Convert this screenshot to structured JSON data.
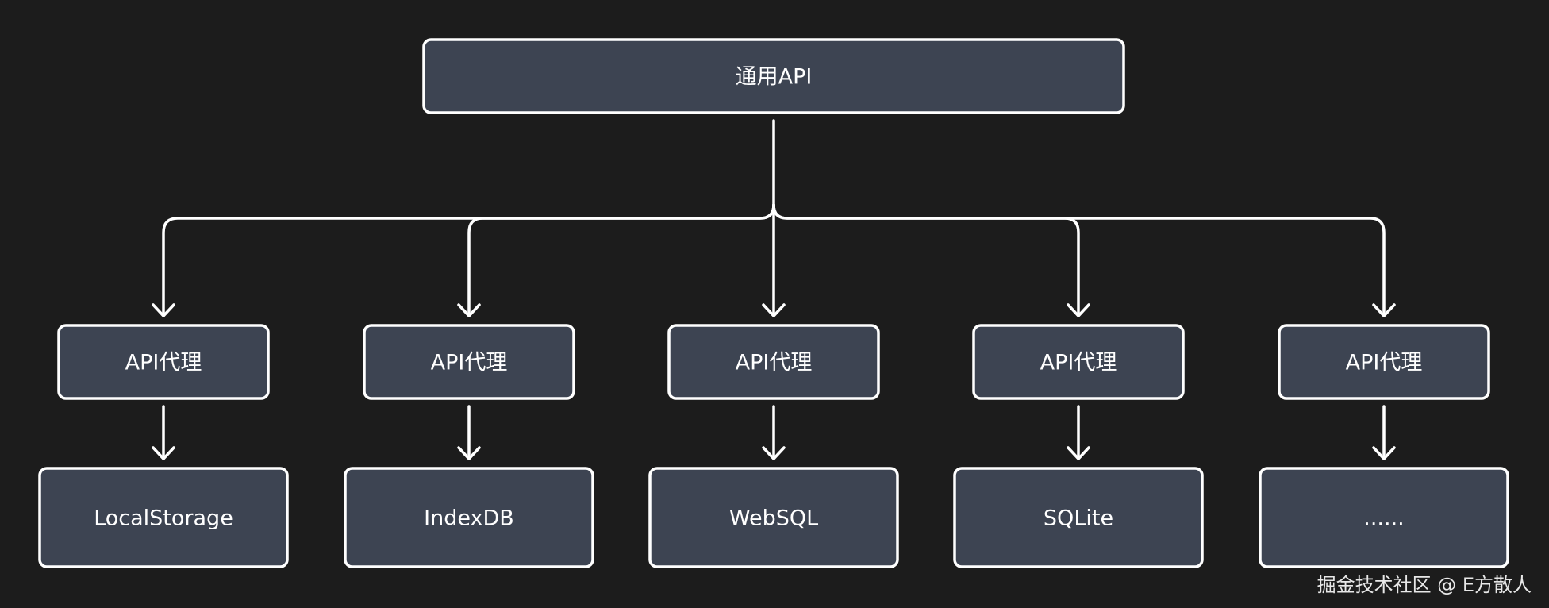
{
  "diagram": {
    "root": {
      "label": "通用API"
    },
    "branches": [
      {
        "proxy": "API代理",
        "storage": "LocalStorage"
      },
      {
        "proxy": "API代理",
        "storage": "IndexDB"
      },
      {
        "proxy": "API代理",
        "storage": "WebSQL"
      },
      {
        "proxy": "API代理",
        "storage": "SQLite"
      },
      {
        "proxy": "API代理",
        "storage": "......"
      }
    ]
  },
  "watermark": "掘金技术社区 @ E方散人",
  "colors": {
    "background": "#1c1c1c",
    "node_fill": "#3d4452",
    "stroke": "#ffffff",
    "text": "#ffffff"
  }
}
